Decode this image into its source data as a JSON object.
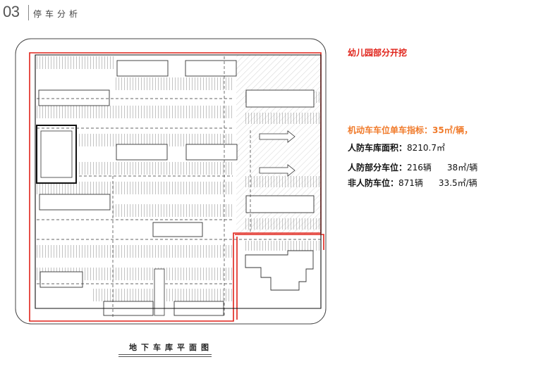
{
  "header": {
    "number": "03",
    "title": "停车分析"
  },
  "info": {
    "heading_red": "幼儿园部分开挖",
    "heading_orange": "机动车车位单车指标：35㎡/辆，",
    "rows": [
      {
        "label": "人防车库面积：",
        "value": "8210.7㎡",
        "extra": ""
      },
      {
        "label": "人防部分车位：",
        "value": "216辆",
        "extra": "38㎡/辆"
      },
      {
        "label": "非人防车位：",
        "value": "871辆",
        "extra": "33.5㎡/辆"
      }
    ]
  },
  "plan": {
    "caption": "地下车库平面图",
    "colors": {
      "boundary": "#e0231a",
      "lines": "#333333",
      "bg": "#ffffff"
    }
  }
}
